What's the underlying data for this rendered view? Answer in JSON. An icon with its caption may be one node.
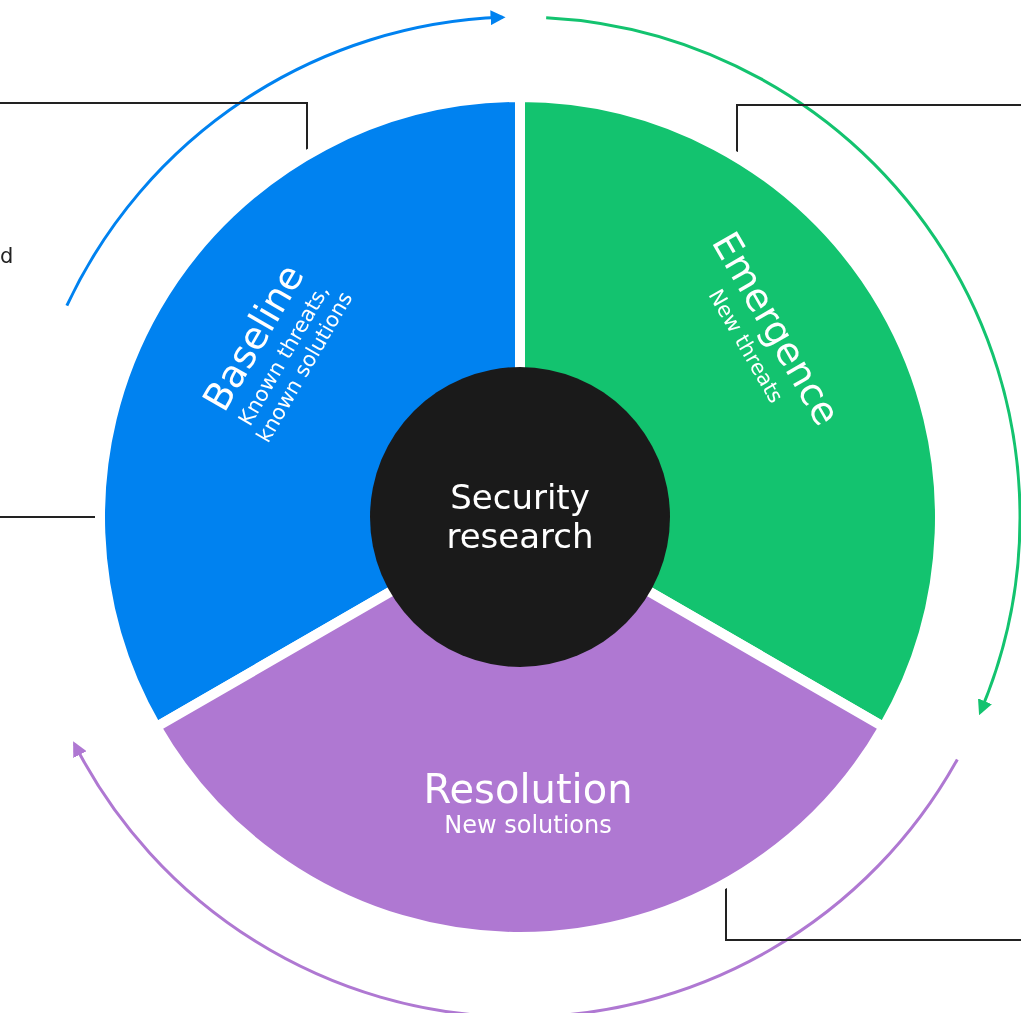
{
  "diagram": {
    "nodes": [
      {
        "text": [
          "Baseline",
          "Known threats, known solutions"
        ]
      },
      {
        "text": [
          "Emergence",
          "New threats"
        ]
      },
      {
        "text": [
          "Resolution",
          "New solutions"
        ]
      },
      {
        "text": [
          "Security research"
        ]
      }
    ],
    "edges": [
      {
        "from": null,
        "to": 0,
        "arrow": "none"
      },
      {
        "from": null,
        "to": 3,
        "arrow": "none"
      },
      {
        "from": null,
        "to": 1,
        "arrow": "none"
      },
      {
        "from": null,
        "to": 2,
        "arrow": "none"
      }
    ],
    "labels": [
      "d"
    ]
  }
}
